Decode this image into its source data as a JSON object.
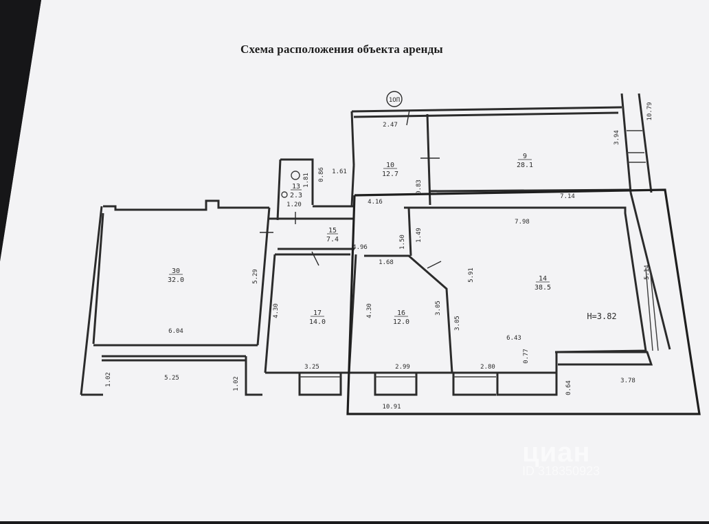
{
  "title": "Схема расположения объекта аренды",
  "stamp": "1ОП",
  "rooms": [
    {
      "id": "room-30",
      "number": "30",
      "area": "32.0"
    },
    {
      "id": "room-17",
      "number": "17",
      "area": "14.0"
    },
    {
      "id": "room-16",
      "number": "16",
      "area": "12.0"
    },
    {
      "id": "room-14",
      "number": "14",
      "area": "38.5"
    },
    {
      "id": "room-15",
      "number": "15",
      "area": "7.4"
    },
    {
      "id": "room-13",
      "number": "13",
      "area": "2.3"
    },
    {
      "id": "room-10",
      "number": "10",
      "area": "12.7"
    },
    {
      "id": "room-9",
      "number": "9",
      "area": "28.1"
    }
  ],
  "height_note": "H=3.82",
  "dimensions": [
    "6.04",
    "5.29",
    "5.25",
    "1.02",
    "1.02",
    "4.30",
    "3.25",
    "4.30",
    "2.99",
    "1.68",
    "3.05",
    "3.05",
    "5.91",
    "1.49",
    "1.50",
    "4.96",
    "4.16",
    "7.98",
    "7.14",
    "6.43",
    "2.80",
    "0.77",
    "0.64",
    "3.78",
    "10.91",
    "5.14",
    "1.20",
    "1.81",
    "0.86",
    "1.61",
    "2.47",
    "0.83",
    "3.94",
    "10.79"
  ],
  "watermark": {
    "brand": "циан",
    "id": "ID 318350923"
  },
  "colors": {
    "paper": "#f4f4f6",
    "ink": "#2b2b2b",
    "highlight": "#1e1e1e"
  }
}
